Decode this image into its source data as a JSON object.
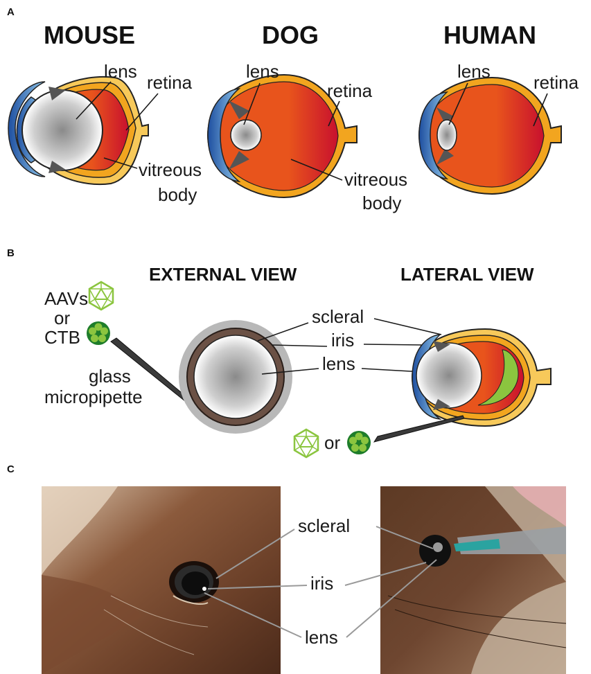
{
  "panels": {
    "a": "A",
    "b": "B",
    "c": "C"
  },
  "panel_a": {
    "mouse": {
      "title": "MOUSE",
      "lens": "lens",
      "retina": "retina",
      "vitreous_1": "vitreous",
      "vitreous_2": "body"
    },
    "dog": {
      "title": "DOG",
      "lens": "lens",
      "retina": "retina",
      "vitreous_1": "vitreous",
      "vitreous_2": "body"
    },
    "human": {
      "title": "HUMAN",
      "lens": "lens",
      "retina": "retina"
    }
  },
  "panel_b": {
    "external_title": "EXTERNAL VIEW",
    "lateral_title": "LATERAL VIEW",
    "aavs": "AAVs",
    "or_1": "or",
    "ctb": "CTB",
    "pipette_1": "glass",
    "pipette_2": "micropipette",
    "scleral": "scleral",
    "iris": "iris",
    "lens": "lens",
    "or_2": "or"
  },
  "panel_c": {
    "scleral": "scleral",
    "iris": "iris",
    "lens": "lens"
  },
  "colors": {
    "cornea": "#2f74c0",
    "vitreous": "#e8541c",
    "retina": "#f2a51f",
    "sclera": "#f7c95a",
    "virus_green": "#8bc53f",
    "ctb_green": "#1e7d2a"
  }
}
